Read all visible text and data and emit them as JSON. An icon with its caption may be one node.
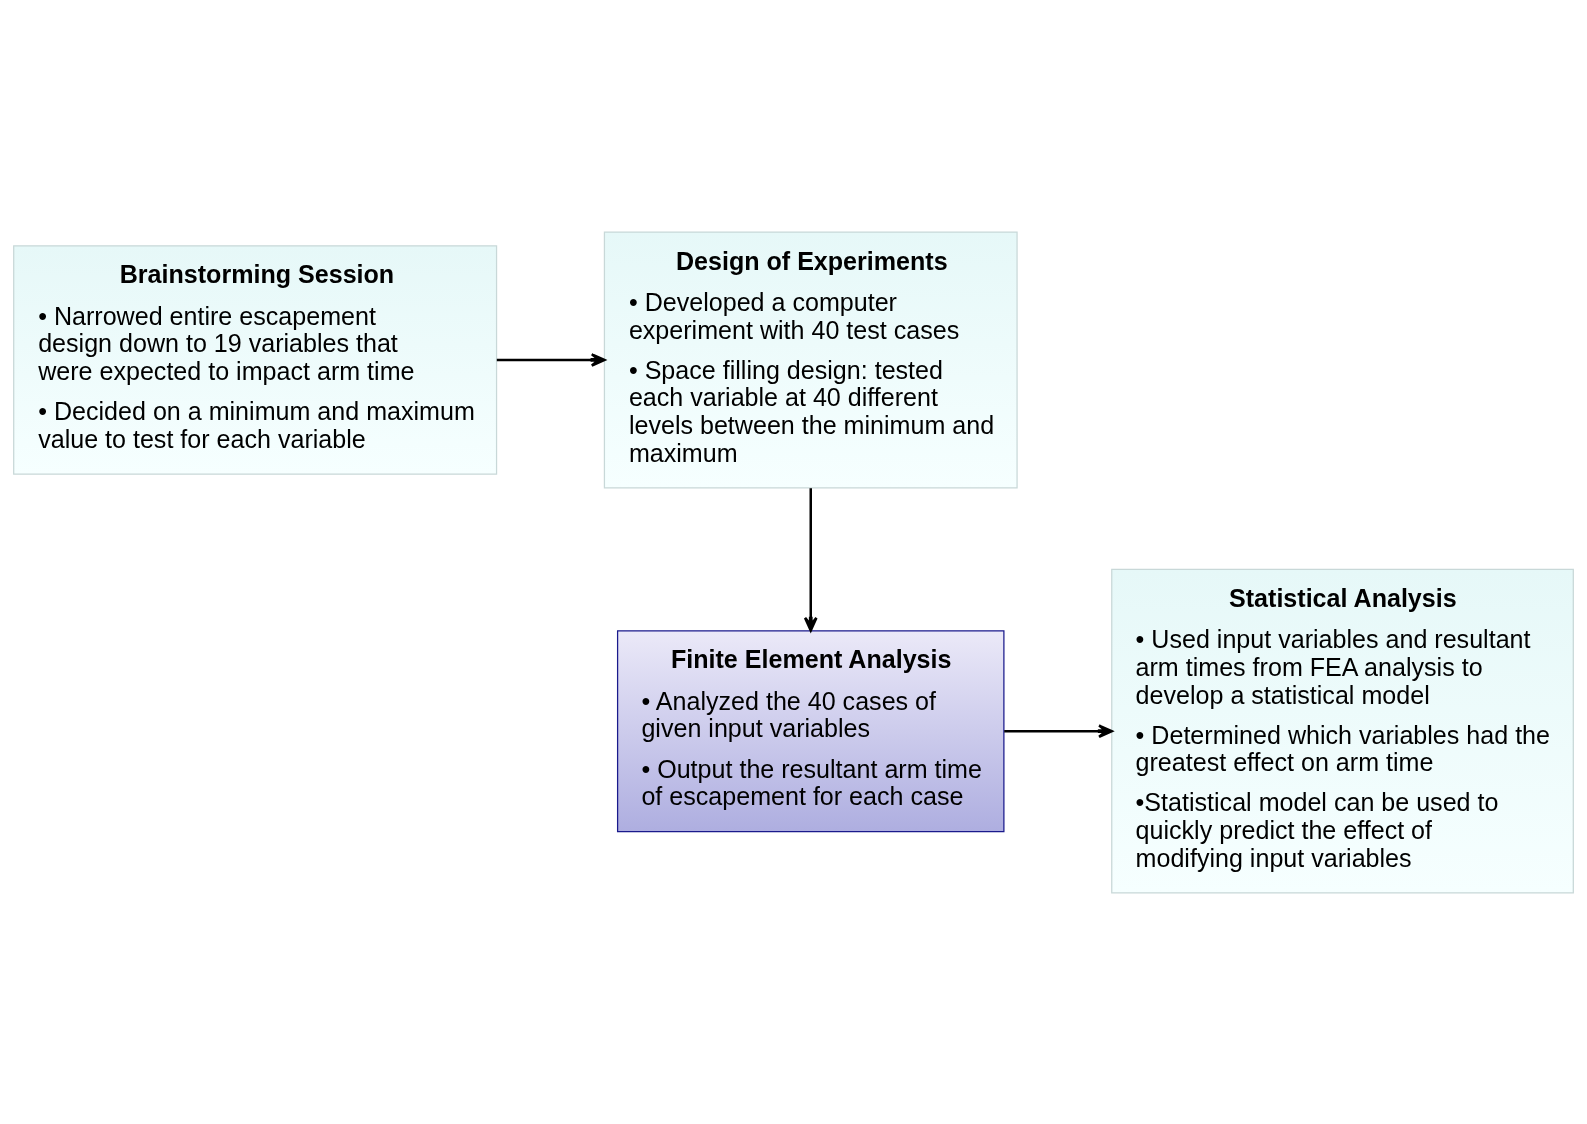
{
  "diagram": {
    "nodes": [
      {
        "text": [
          "Brainstorming Session",
          "• Narrowed entire escapement design down to 19 variables that were expected to impact arm time",
          "• Decided on a minimum and maximum value to test for each variable"
        ]
      },
      {
        "text": [
          "Design of Experiments",
          "• Developed a computer experiment with 40 test cases",
          "• Space filling design: tested each variable at 40 different levels between the minimum and maximum"
        ]
      },
      {
        "text": [
          "Finite Element Analysis",
          "• Analyzed the 40 cases of given input variables",
          "• Output the resultant arm time of escapement for each case"
        ]
      },
      {
        "text": [
          "Statistical Analysis",
          "• Used input variables and resultant arm times from FEA analysis to develop a statistical model",
          "• Determined which variables had the greatest effect on arm time",
          "•Statistical model can be used to quickly predict the effect of modifying input variables"
        ]
      }
    ],
    "edges": [
      {
        "from": 0,
        "to": 1,
        "arrow": "to"
      },
      {
        "from": 1,
        "to": 2,
        "arrow": "to"
      },
      {
        "from": 2,
        "to": 3,
        "arrow": "to"
      }
    ]
  }
}
